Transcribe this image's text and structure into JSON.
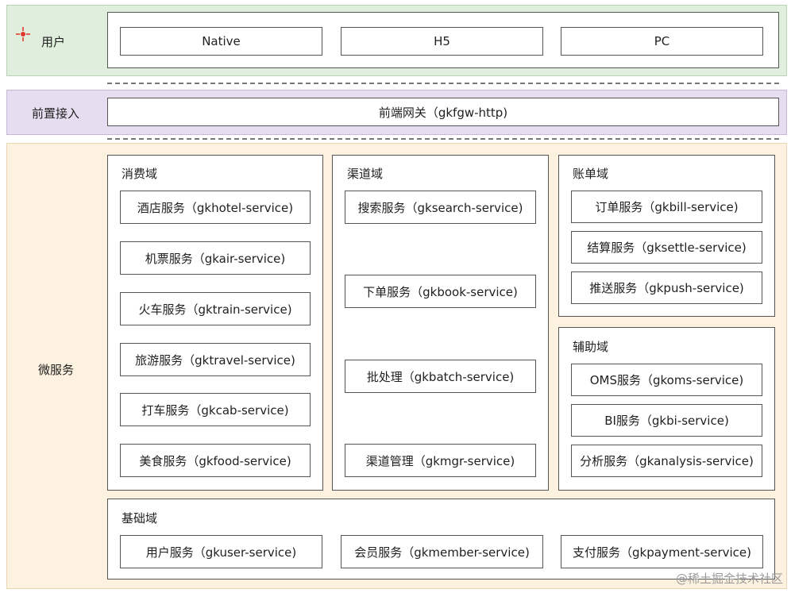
{
  "layers": {
    "user": {
      "label": "用户",
      "icon": "target-icon",
      "items": [
        "Native",
        "H5",
        "PC"
      ]
    },
    "front": {
      "label": "前置接入",
      "gateway": "前端网关（gkfgw-http)"
    },
    "micro": {
      "label": "微服务",
      "consumption": {
        "title": "消费域",
        "items": [
          "酒店服务（gkhotel-service)",
          "机票服务（gkair-service)",
          "火车服务（gktrain-service)",
          "旅游服务（gktravel-service)",
          "打车服务（gkcab-service)",
          "美食服务（gkfood-service)"
        ]
      },
      "channel": {
        "title": "渠道域",
        "items": [
          "搜索服务（gksearch-service)",
          "下单服务（gkbook-service)",
          "批处理（gkbatch-service)",
          "渠道管理（gkmgr-service)"
        ]
      },
      "billing": {
        "title": "账单域",
        "items": [
          "订单服务（gkbill-service)",
          "结算服务（gksettle-service)",
          "推送服务（gkpush-service)"
        ]
      },
      "auxiliary": {
        "title": "辅助域",
        "items": [
          "OMS服务（gkoms-service)",
          "BI服务（gkbi-service)",
          "分析服务（gkanalysis-service)"
        ]
      },
      "base": {
        "title": "基础域",
        "items": [
          "用户服务（gkuser-service)",
          "会员服务（gkmember-service)",
          "支付服务（gkpayment-service)"
        ]
      }
    }
  },
  "watermark": "@稀土掘金技术社区",
  "colors": {
    "user_layer": "#dfeedd",
    "front_layer": "#e6def0",
    "micro_layer": "#fdf1e0",
    "icon_accent": "#e03a2f"
  }
}
